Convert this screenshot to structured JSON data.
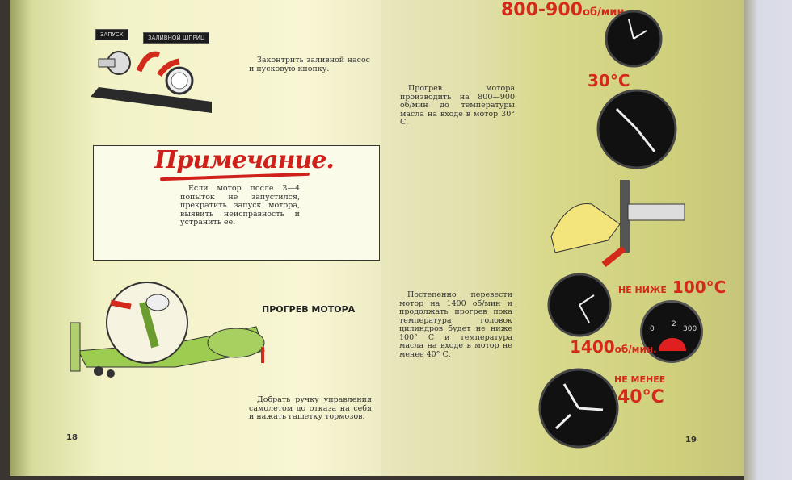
{
  "left_page": {
    "panel_labels": [
      "ЗАПУСК",
      "ЗАЛИВНОЙ ШПРИЦ"
    ],
    "instruction_1": "Законтрить заливной насос и пусковую кнопку.",
    "note": {
      "title": "Примечание.",
      "text": "Если мотор после 3—4 попыток не запустился, прекратить запуск мотора, выявить неисправность и устранить ее."
    },
    "section_heading": "ПРОГРЕВ МОТОРА",
    "instruction_2": "Добрать ручку управления самолетом до отказа на себя и нажать гашетку тормозов.",
    "page_number": "18"
  },
  "right_page": {
    "rpm_label_1": "800-900",
    "rpm_unit": "об/мин.",
    "temp_label_1": "30°C",
    "instruction_1": "Прогрев мотора производить на 800—900 об/мин до температуры масла на входе в мотор 30° С.",
    "instruction_2": "Постепенно перевести мотор на 1400 об/мин и продолжать прогрев пока температура головок цилиндров будет не ниже 100° С и температура масла на входе в мотор не менее 40° С.",
    "cyl_temp_prefix": "НЕ НИЖЕ",
    "cyl_temp_value": "100°C",
    "rpm_label_2": "1400",
    "oil_temp_prefix": "НЕ МЕНЕЕ",
    "oil_temp_value": "40°C",
    "gauge_scale": [
      "0",
      "2",
      "300"
    ],
    "page_number": "19"
  }
}
